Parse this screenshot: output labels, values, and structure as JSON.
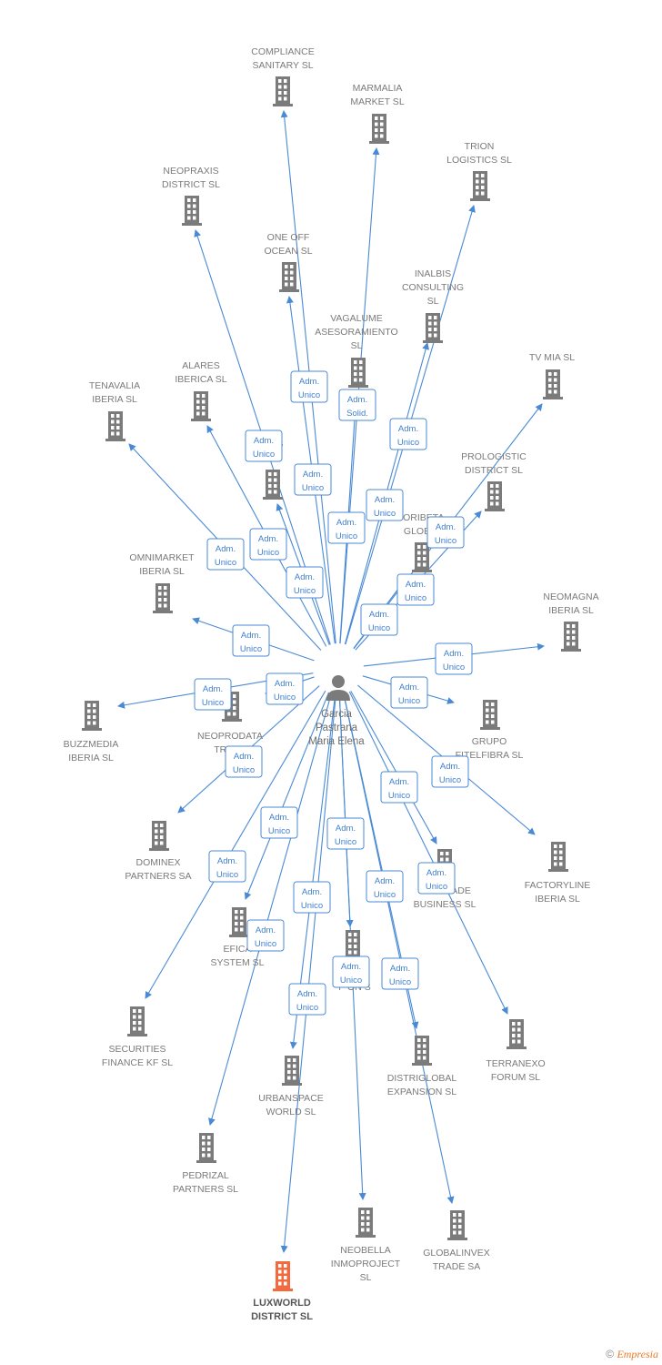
{
  "person": {
    "lines": [
      "Garcia",
      "Pastrana",
      "Maria Elena"
    ],
    "icon": "person-icon"
  },
  "footer": {
    "copyright": "©",
    "brand": "Empresia"
  },
  "colors": {
    "edge": "#4a8ad4",
    "building": "#7b7b7b",
    "highlight": "#f26a3d"
  },
  "companies": [
    {
      "id": "compliance",
      "lines": [
        "COMPLIANCE",
        "SANITARY  SL"
      ],
      "role": [
        "Adm.",
        "Unico"
      ]
    },
    {
      "id": "marmalia",
      "lines": [
        "MARMALIA",
        "MARKET  SL"
      ],
      "role": [
        "Adm.",
        "Solid."
      ]
    },
    {
      "id": "trion",
      "lines": [
        "TRION",
        "LOGISTICS  SL"
      ],
      "role": [
        "Adm.",
        "Unico"
      ]
    },
    {
      "id": "neopraxis",
      "lines": [
        "NEOPRAXIS",
        "DISTRICT  SL"
      ],
      "role": [
        "Adm.",
        "Unico"
      ]
    },
    {
      "id": "oneoff",
      "lines": [
        "ONE OFF",
        "OCEAN  SL"
      ],
      "role": [
        "Adm.",
        "Unico"
      ]
    },
    {
      "id": "inalbis",
      "lines": [
        "INALBIS",
        "CONSULTING",
        "SL"
      ],
      "role": [
        "Adm.",
        "Unico"
      ]
    },
    {
      "id": "vagalume",
      "lines": [
        "VAGALUME",
        "ASESORAMIENTO",
        "SL"
      ],
      "role": [
        "Adm.",
        "Unico"
      ]
    },
    {
      "id": "tvmia",
      "lines": [
        "TV MIA  SL"
      ],
      "role": [
        "Adm.",
        "Unico"
      ]
    },
    {
      "id": "alares",
      "lines": [
        "ALARES",
        "IBERICA  SL"
      ],
      "role": [
        "Adm.",
        "Unico"
      ]
    },
    {
      "id": "tenavalia",
      "lines": [
        "TENAVALIA",
        "IBERIA  SL"
      ],
      "role": [
        "Adm.",
        "Unico"
      ]
    },
    {
      "id": "bpartners",
      "lines": [
        "B     NERS",
        "    SL"
      ],
      "role": [
        "Adm.",
        "Unico"
      ]
    },
    {
      "id": "prologistic",
      "lines": [
        "PROLOGISTIC",
        "DISTRICT  SL"
      ],
      "role": [
        "Adm.",
        "Unico"
      ]
    },
    {
      "id": "doribeta",
      "lines": [
        "DORIBETA",
        "GLOBA"
      ],
      "role": [
        "Adm.",
        "Unico"
      ]
    },
    {
      "id": "omnimarket",
      "lines": [
        "OMNIMARKET",
        "IBERIA  SL"
      ],
      "role": [
        "Adm.",
        "Unico"
      ]
    },
    {
      "id": "neomagna",
      "lines": [
        "NEOMAGNA",
        "IBERIA  SL"
      ],
      "role": [
        "Adm.",
        "Unico"
      ]
    },
    {
      "id": "buzzmedia",
      "lines": [
        "BUZZMEDIA",
        "IBERIA  SL"
      ],
      "role": [
        "Adm.",
        "Unico"
      ]
    },
    {
      "id": "neoprodata",
      "lines": [
        "NEOPRODATA",
        "TRADE"
      ],
      "role": [
        "Adm.",
        "Unico"
      ]
    },
    {
      "id": "grupofitel",
      "lines": [
        "GRUPO",
        "FITELFIBRA  SL"
      ],
      "role": [
        "Adm.",
        "Unico"
      ]
    },
    {
      "id": "dominex",
      "lines": [
        "DOMINEX",
        "PARTNERS SA"
      ],
      "role": [
        "Adm.",
        "Unico"
      ]
    },
    {
      "id": "factoryline",
      "lines": [
        "FACTORYLINE",
        "IBERIA  SL"
      ],
      "role": [
        "Adm.",
        "Unico"
      ]
    },
    {
      "id": "glotrade",
      "lines": [
        "GLOTRADE",
        "BUSINESS  SL"
      ],
      "role": [
        "Adm.",
        "Unico"
      ]
    },
    {
      "id": "eficaz",
      "lines": [
        "EFICA",
        "SYSTEM SL"
      ],
      "role": [
        "Adm.",
        "Unico"
      ]
    },
    {
      "id": "securities",
      "lines": [
        "SECURITIES",
        "FINANCE KF  SL"
      ],
      "role": [
        "Adm.",
        "Unico"
      ]
    },
    {
      "id": "terranexo",
      "lines": [
        "TERRANEXO",
        "FORUM  SL"
      ],
      "role": [
        "Adm.",
        "Unico"
      ]
    },
    {
      "id": "pantheon",
      "lines": [
        "P      ON  S"
      ],
      "role": [
        "Adm.",
        "Unico"
      ]
    },
    {
      "id": "distriglobal",
      "lines": [
        "DISTRIGLOBAL",
        "EXPANSION  SL"
      ],
      "role": [
        "Adm.",
        "Unico"
      ]
    },
    {
      "id": "urbanspace",
      "lines": [
        "URBANSPACE",
        "WORLD  SL"
      ],
      "role": [
        "Adm.",
        "Unico"
      ]
    },
    {
      "id": "pedrizal",
      "lines": [
        "PEDRIZAL",
        "PARTNERS  SL"
      ],
      "role": [
        "Adm.",
        "Unico"
      ]
    },
    {
      "id": "neobella",
      "lines": [
        "NEOBELLA",
        "INMOPROJECT",
        "SL"
      ],
      "role": [
        "Adm.",
        "Unico"
      ]
    },
    {
      "id": "globalinvex",
      "lines": [
        "GLOBALINVEX",
        "TRADE SA"
      ],
      "role": [
        "Adm.",
        "Unico"
      ]
    },
    {
      "id": "luxworld",
      "lines": [
        "LUXWORLD",
        "DISTRICT  SL"
      ],
      "role": [
        "Adm.",
        "Unico"
      ],
      "highlight": true
    }
  ]
}
